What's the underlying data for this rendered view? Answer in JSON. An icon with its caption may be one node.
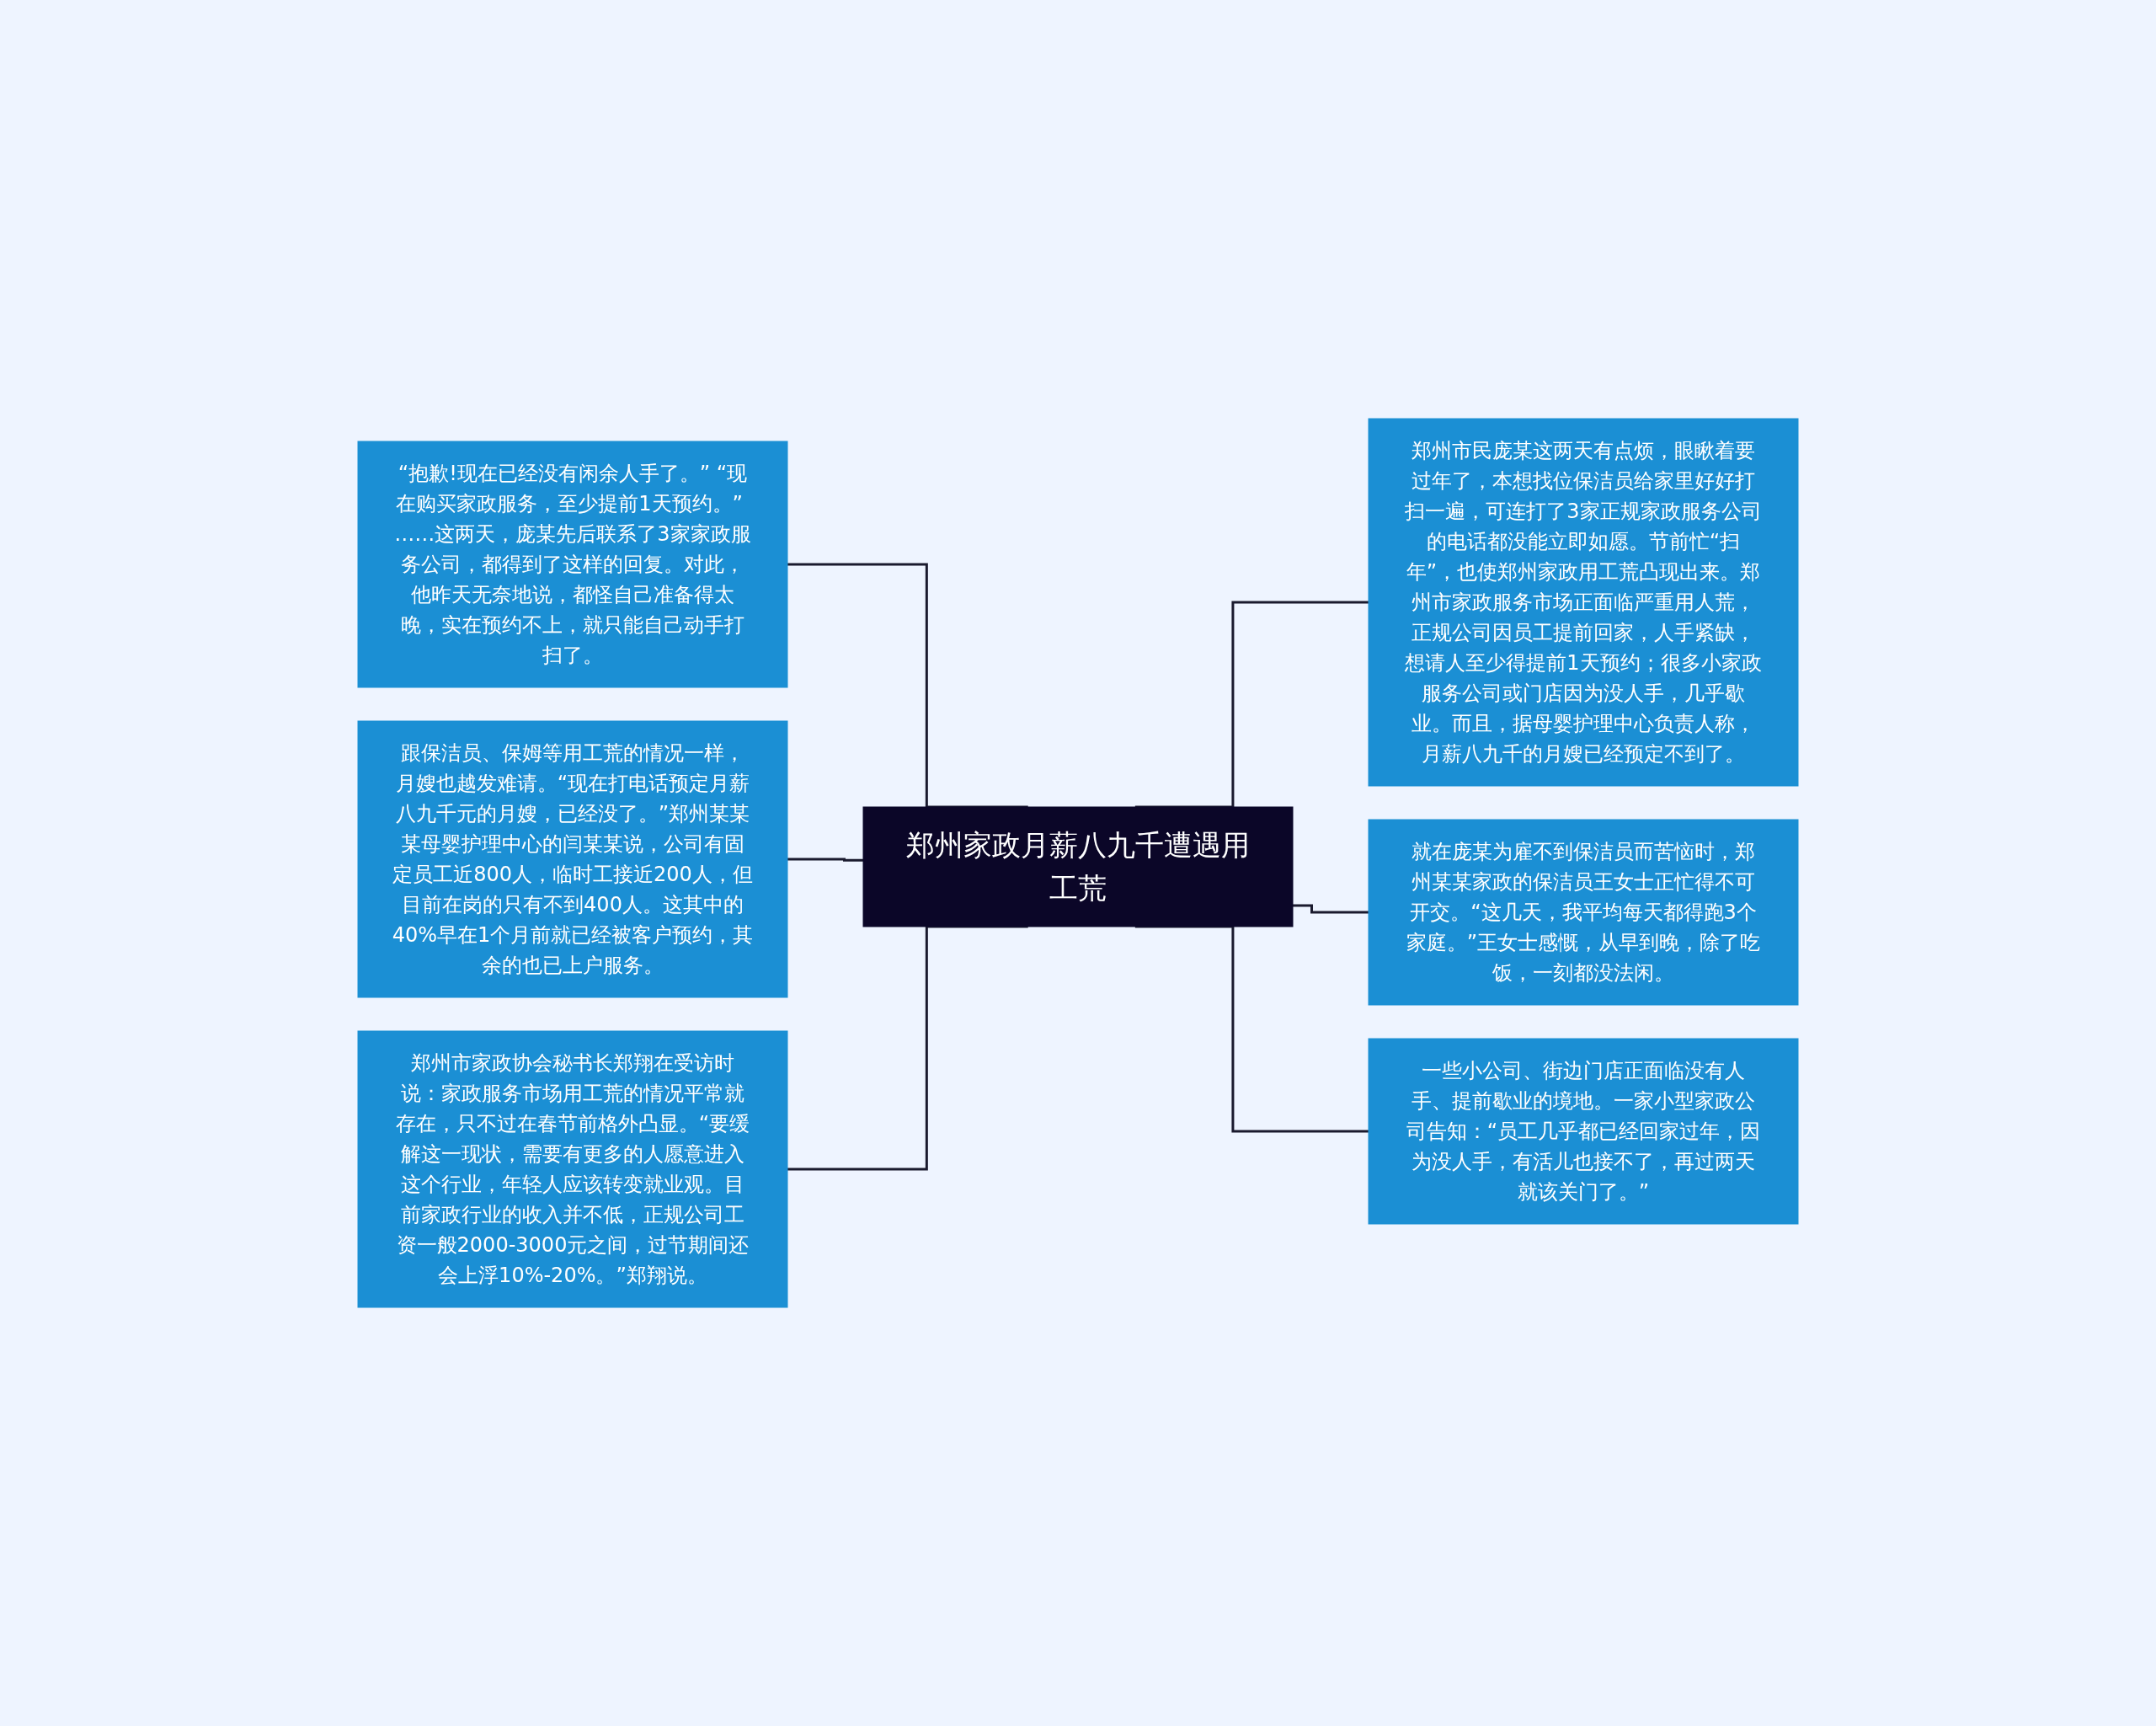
{
  "diagram": {
    "nodes": [
      {
        "text": [
          "郑州家政月薪八九千遭遇用工荒"
        ]
      },
      {
        "text": [
          "“抱歉!现在已经没有闲余人手了。” “现在购买家政服务，至少提前1天预约。” ……这两天，庞某先后联系了3家家政服务公司，都得到了这样的回复。对此，他昨天无奈地说，都怪自己准备得太晚，实在预约不上，就只能自己动手打扫了。"
        ]
      },
      {
        "text": [
          "跟保洁员、保姆等用工荒的情况一样，月嫂也越发难请。“现在打电话预定月薪八九千元的月嫂，已经没了。”郑州某某某母婴护理中心的闫某某说，公司有固定员工近800人，临时工接近200人，但目前在岗的只有不到400人。这其中的40%早在1个月前就已经被客户预约，其余的也已上户服务。"
        ]
      },
      {
        "text": [
          "郑州市家政协会秘书长郑翔在受访时说：家政服务市场用工荒的情况平常就存在，只不过在春节前格外凸显。“要缓解这一现状，需要有更多的人愿意进入这个行业，年轻人应该转变就业观。目前家政行业的收入并不低，正规公司工资一般2000-3000元之间，过节期间还会上浮10%-20%。”郑翔说。"
        ]
      },
      {
        "text": [
          "郑州市民庞某这两天有点烦，眼瞅着要过年了，本想找位保洁员给家里好好打扫一遍，可连打了3家正规家政服务公司的电话都没能立即如愿。节前忙“扫年”，也使郑州家政用工荒凸现出来。郑州市家政服务市场正面临严重用人荒，正规公司因员工提前回家，人手紧缺，想请人至少得提前1天预约；很多小家政服务公司或门店因为没人手，几乎歇业。而且，据母婴护理中心负责人称，月薪八九千的月嫂已经预定不到了。"
        ]
      },
      {
        "text": [
          "就在庞某为雇不到保洁员而苦恼时，郑州某某家政的保洁员王女士正忙得不可开交。“这几天，我平均每天都得跑3个家庭。”王女士感慨，从早到晚，除了吃饭，一刻都没法闲。"
        ]
      },
      {
        "text": [
          "一些小公司、街边门店正面临没有人手、提前歇业的境地。一家小型家政公司告知：“员工几乎都已经回家过年，因为没人手，有活儿也接不了，再过两天就该关门了。”"
        ]
      }
    ],
    "edges": [
      {
        "from": 1,
        "to": 0,
        "arrow": "none"
      },
      {
        "from": 2,
        "to": 0,
        "arrow": "none"
      },
      {
        "from": 3,
        "to": 0,
        "arrow": "none"
      },
      {
        "from": 0,
        "to": 4,
        "arrow": "none"
      },
      {
        "from": 0,
        "to": 5,
        "arrow": "none"
      },
      {
        "from": 0,
        "to": 6,
        "arrow": "none"
      }
    ]
  }
}
